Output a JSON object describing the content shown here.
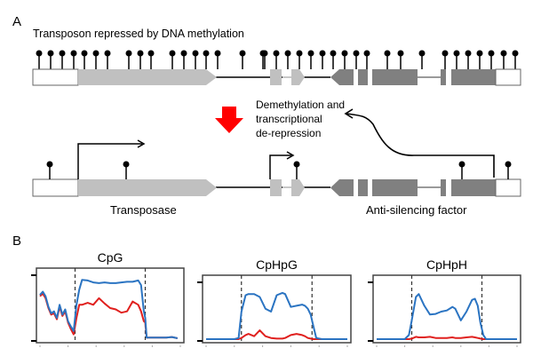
{
  "panel_a": {
    "label": "A",
    "top_title": "Transposon repressed by DNA methylation",
    "annotation_line1": "Demethylation and",
    "annotation_line2": "transcriptional",
    "annotation_line3": "de-repression",
    "transposase_label": "Transposase",
    "anti_silencing_label": "Anti-silencing factor",
    "colors": {
      "tir": "#ffffff",
      "transposase": "#c0c0c0",
      "anti_silencing": "#808080",
      "arrow": "#ff0000",
      "line": "#000000"
    }
  },
  "panel_b": {
    "label": "B"
  },
  "chart_data": [
    {
      "type": "line",
      "title": "CpG",
      "xlabel": "",
      "ylabel": "",
      "ylim": [
        0,
        1
      ],
      "boundaries": [
        0.25,
        0.75
      ],
      "x": [
        0,
        0.02,
        0.04,
        0.06,
        0.08,
        0.1,
        0.12,
        0.14,
        0.16,
        0.18,
        0.2,
        0.22,
        0.24,
        0.26,
        0.28,
        0.3,
        0.34,
        0.38,
        0.42,
        0.46,
        0.5,
        0.54,
        0.58,
        0.62,
        0.66,
        0.7,
        0.72,
        0.74,
        0.75,
        0.76,
        0.78,
        0.82,
        0.86,
        0.9,
        0.94,
        0.98
      ],
      "series": [
        {
          "name": "blue",
          "color": "#2b74c2",
          "values": [
            0.7,
            0.75,
            0.68,
            0.52,
            0.42,
            0.45,
            0.35,
            0.55,
            0.4,
            0.48,
            0.3,
            0.22,
            0.15,
            0.55,
            0.78,
            0.93,
            0.92,
            0.89,
            0.88,
            0.89,
            0.88,
            0.88,
            0.89,
            0.9,
            0.9,
            0.92,
            0.85,
            0.45,
            0.35,
            0.05,
            0.05,
            0.05,
            0.05,
            0.05,
            0.06,
            0.04
          ]
        },
        {
          "name": "red",
          "color": "#e0201e",
          "values": [
            0.68,
            0.72,
            0.65,
            0.5,
            0.4,
            0.42,
            0.33,
            0.52,
            0.38,
            0.45,
            0.28,
            0.18,
            0.1,
            0.35,
            0.55,
            0.55,
            0.58,
            0.55,
            0.65,
            0.57,
            0.5,
            0.48,
            0.43,
            0.45,
            0.6,
            0.55,
            0.45,
            0.3,
            0.28,
            0.05,
            0.05,
            0.05,
            0.05,
            0.05,
            0.06,
            0.04
          ]
        }
      ]
    },
    {
      "type": "line",
      "title": "CpHpG",
      "xlabel": "",
      "ylabel": "",
      "ylim": [
        0,
        1
      ],
      "boundaries": [
        0.25,
        0.75
      ],
      "x": [
        0,
        0.1,
        0.2,
        0.23,
        0.25,
        0.28,
        0.3,
        0.34,
        0.38,
        0.42,
        0.46,
        0.5,
        0.54,
        0.56,
        0.6,
        0.64,
        0.68,
        0.7,
        0.72,
        0.74,
        0.76,
        0.78,
        0.82,
        0.9,
        1.0
      ],
      "series": [
        {
          "name": "blue",
          "color": "#2b74c2",
          "values": [
            0.03,
            0.03,
            0.03,
            0.05,
            0.5,
            0.78,
            0.8,
            0.8,
            0.75,
            0.55,
            0.5,
            0.78,
            0.82,
            0.8,
            0.58,
            0.6,
            0.62,
            0.6,
            0.55,
            0.45,
            0.25,
            0.05,
            0.03,
            0.03,
            0.03
          ]
        },
        {
          "name": "red",
          "color": "#e0201e",
          "values": [
            0.03,
            0.03,
            0.03,
            0.03,
            0.05,
            0.1,
            0.12,
            0.08,
            0.18,
            0.08,
            0.05,
            0.04,
            0.04,
            0.05,
            0.1,
            0.12,
            0.1,
            0.08,
            0.05,
            0.04,
            0.03,
            0.03,
            0.03,
            0.03,
            0.03
          ]
        }
      ]
    },
    {
      "type": "line",
      "title": "CpHpH",
      "xlabel": "",
      "ylabel": "",
      "ylim": [
        0,
        1
      ],
      "boundaries": [
        0.25,
        0.75
      ],
      "x": [
        0,
        0.1,
        0.2,
        0.23,
        0.25,
        0.28,
        0.3,
        0.34,
        0.38,
        0.42,
        0.46,
        0.5,
        0.54,
        0.56,
        0.6,
        0.64,
        0.68,
        0.7,
        0.72,
        0.74,
        0.76,
        0.78,
        0.82,
        0.9,
        1.0
      ],
      "series": [
        {
          "name": "blue",
          "color": "#2b74c2",
          "values": [
            0.03,
            0.03,
            0.03,
            0.1,
            0.35,
            0.75,
            0.8,
            0.6,
            0.45,
            0.46,
            0.5,
            0.52,
            0.58,
            0.55,
            0.35,
            0.5,
            0.7,
            0.72,
            0.6,
            0.3,
            0.1,
            0.03,
            0.03,
            0.03,
            0.03
          ]
        },
        {
          "name": "red",
          "color": "#e0201e",
          "values": [
            0.03,
            0.03,
            0.03,
            0.03,
            0.04,
            0.07,
            0.06,
            0.06,
            0.07,
            0.05,
            0.05,
            0.05,
            0.06,
            0.05,
            0.05,
            0.06,
            0.07,
            0.06,
            0.05,
            0.04,
            0.03,
            0.03,
            0.03,
            0.03,
            0.03
          ]
        }
      ]
    }
  ]
}
